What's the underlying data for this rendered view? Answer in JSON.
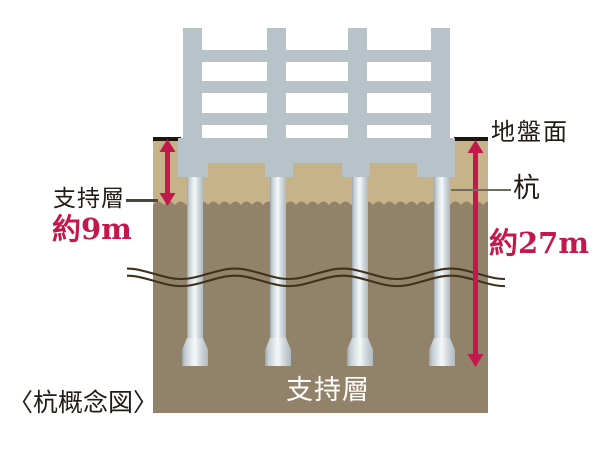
{
  "figure": {
    "caption": "〈杭概念図〉",
    "labels": {
      "ground_surface": "地盤面",
      "pile": "杭",
      "support_layer_side": "支持層",
      "support_layer_side_depth": "約9m",
      "pile_depth": "約27m",
      "support_layer_bottom": "支持層"
    },
    "colors": {
      "accent_red": "#c4184d",
      "structure_gray": "#b8c3c9",
      "soil_upper": "#c7b38a",
      "soil_lower": "#93826a",
      "ground_line": "#1e150d",
      "wave_line": "#40301c",
      "text_black": "#201b15",
      "text_white": "#ffffff"
    }
  }
}
